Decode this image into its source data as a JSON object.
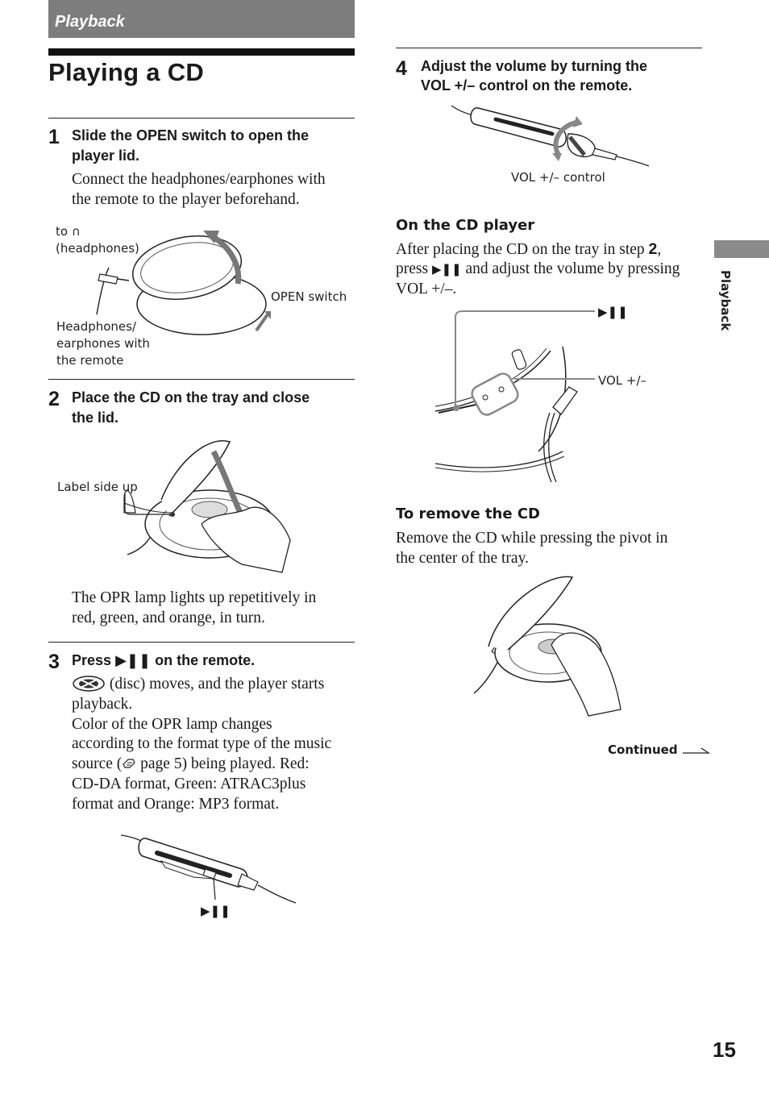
{
  "section": {
    "label": "Playback"
  },
  "page": {
    "title": "Playing a CD",
    "number": "15",
    "side_label": "Playback"
  },
  "steps": [
    {
      "num": "1",
      "head_line1": "Slide the OPEN switch to open the",
      "head_line2": "player lid.",
      "body_line1": "Connect the headphones/earphones with",
      "body_line2": "the remote to the player beforehand.",
      "labels": {
        "to_headphones_line1": "to",
        "to_headphones_line2": "(headphones)",
        "open_switch": "OPEN switch",
        "headphones_line1": "Headphones/",
        "headphones_line2": "earphones with",
        "headphones_line3": "the remote"
      }
    },
    {
      "num": "2",
      "head_line1": "Place the CD on the tray and close",
      "head_line2": "the lid.",
      "labels": {
        "label_side": "Label side up"
      },
      "body_line1": "The OPR lamp lights up repetitively in",
      "body_line2": "red, green, and orange, in turn."
    },
    {
      "num": "3",
      "head_prefix": "Press",
      "head_suffix": "on the remote.",
      "play_symbol": "▶❚❚",
      "body_line1": "(disc) moves, and the player starts",
      "body_line2": "playback.",
      "body_line3": "Color of the OPR lamp changes",
      "body_line4": "according to the format type of the music",
      "body_line5a": "source (",
      "body_line5b": "page 5) being played. Red:",
      "body_line6": "CD-DA format, Green: ATRAC3plus",
      "body_line7": "format and Orange: MP3 format."
    },
    {
      "num": "4",
      "head_line1": "Adjust the volume by turning the",
      "head_line2": "VOL +/– control on the remote.",
      "labels": {
        "vol_control": "VOL +/– control"
      }
    }
  ],
  "on_cd_player": {
    "heading": "On the CD player",
    "line1_a": "After placing the CD on the tray in step",
    "line1_b": "2",
    "line1_c": ",",
    "line2_a": "press",
    "line2_b": "and adjust the volume by pressing",
    "line3": "VOL +/–.",
    "labels": {
      "vol": "VOL +/–"
    }
  },
  "remove_cd": {
    "heading": "To remove the CD",
    "line1": "Remove the CD while pressing the pivot in",
    "line2": "the center of the tray."
  },
  "continued": "Continued",
  "icons": [
    "headphones-icon",
    "disc-icon",
    "page-reference-icon",
    "continued-arrow-icon"
  ]
}
